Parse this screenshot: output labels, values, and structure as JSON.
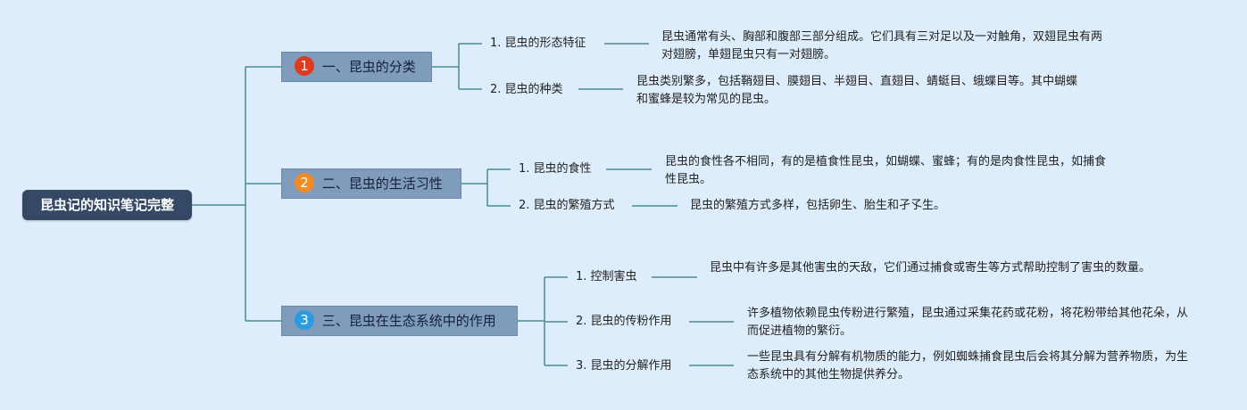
{
  "root": {
    "label": "昆虫记的知识笔记完整"
  },
  "branches": [
    {
      "number": "1",
      "label": "一、昆虫的分类",
      "badge_color": "#e03a1e",
      "items": [
        {
          "label": "1. 昆虫的形态特征",
          "desc": "昆虫通常有头、胸部和腹部三部分组成。它们具有三对足以及一对触角，双翅昆虫有两对翅膀，单翅昆虫只有一对翅膀。"
        },
        {
          "label": "2. 昆虫的种类",
          "desc": "昆虫类别繁多，包括鞘翅目、膜翅目、半翅目、直翅目、蜻蜓目、蛾蝶目等。其中蝴蝶和蜜蜂是较为常见的昆虫。"
        }
      ]
    },
    {
      "number": "2",
      "label": "二、昆虫的生活习性",
      "badge_color": "#f08a24",
      "items": [
        {
          "label": "1. 昆虫的食性",
          "desc": "昆虫的食性各不相同，有的是植食性昆虫，如蝴蝶、蜜蜂；有的是肉食性昆虫，如捕食性昆虫。"
        },
        {
          "label": "2. 昆虫的繁殖方式",
          "desc": "昆虫的繁殖方式多样，包括卵生、胎生和孑孓生。"
        }
      ]
    },
    {
      "number": "3",
      "label": "三、昆虫在生态系统中的作用",
      "badge_color": "#2a9be0",
      "items": [
        {
          "label": "1. 控制害虫",
          "desc": "昆虫中有许多是其他害虫的天敌，它们通过捕食或寄生等方式帮助控制了害虫的数量。"
        },
        {
          "label": "2. 昆虫的传粉作用",
          "desc": "许多植物依赖昆虫传粉进行繁殖，昆虫通过采集花药或花粉，将花粉带给其他花朵，从而促进植物的繁衍。"
        },
        {
          "label": "3. 昆虫的分解作用",
          "desc": "一些昆虫具有分解有机物质的能力，例如蜘蛛捕食昆虫后会将其分解为营养物质，为生态系统中的其他生物提供养分。"
        }
      ]
    }
  ],
  "colors": {
    "line": "#4a8d8c",
    "background": "#deedfb",
    "root_bg": "#354866",
    "branch_bg": "#7f9cbc"
  }
}
